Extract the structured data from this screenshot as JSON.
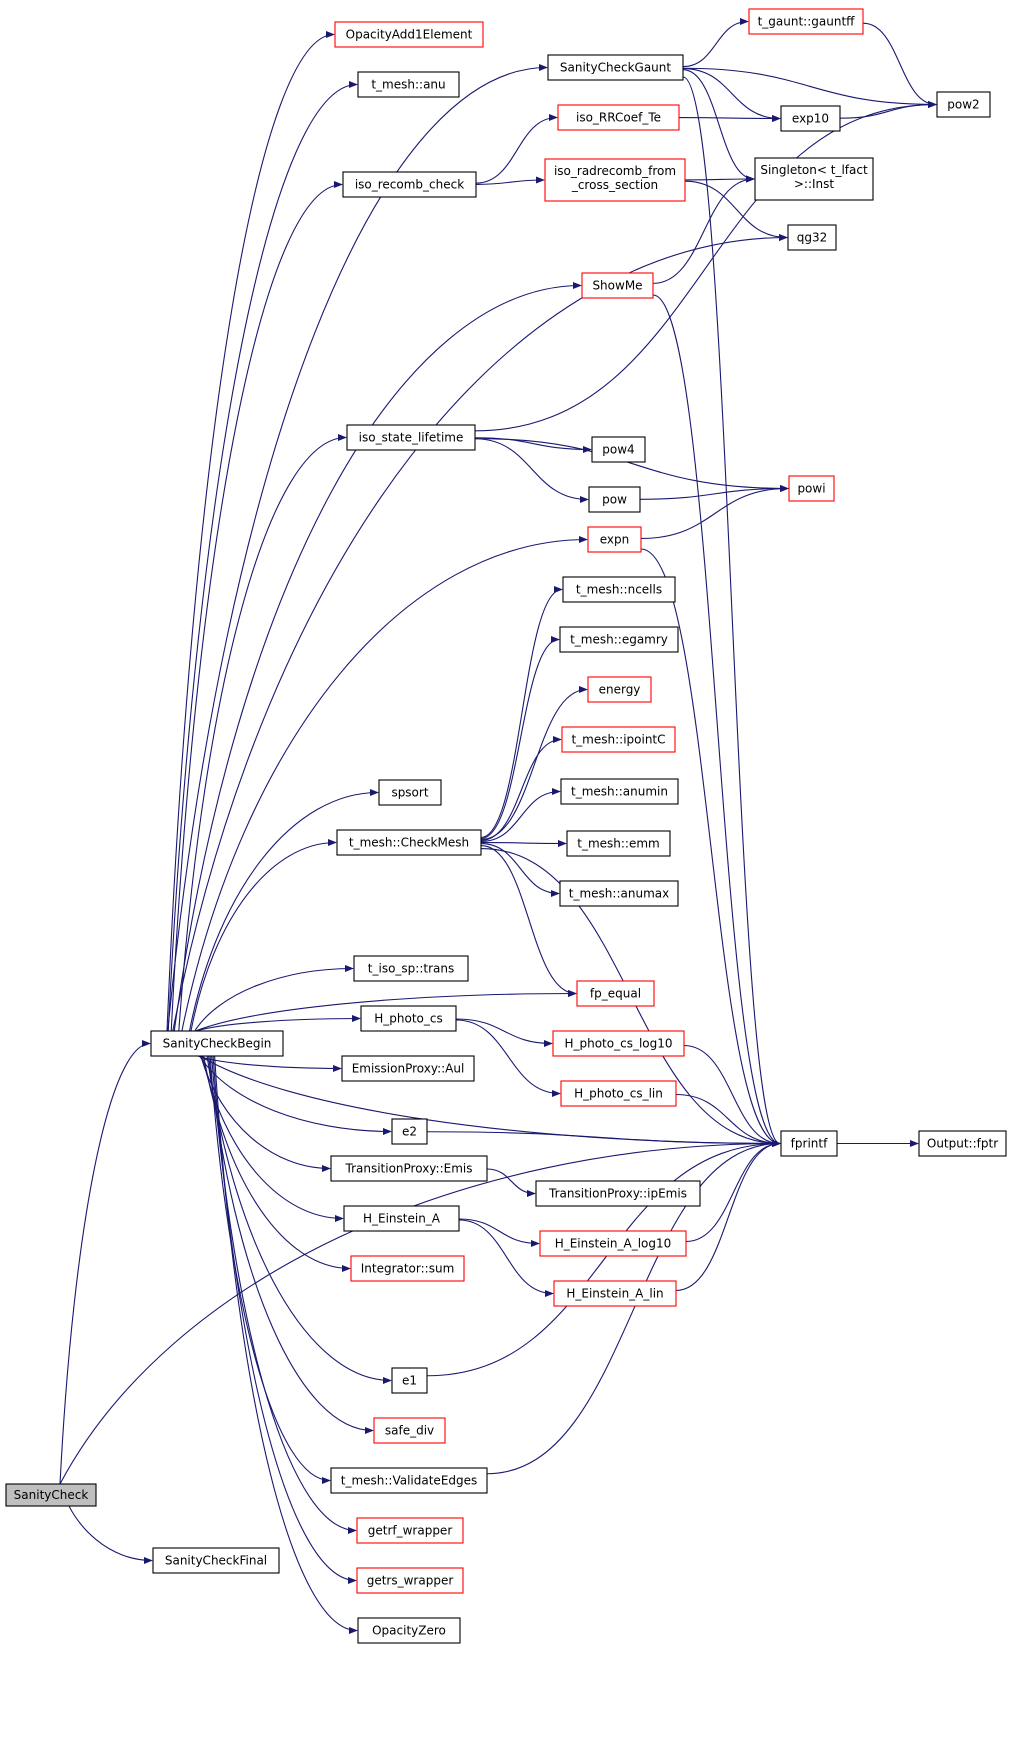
{
  "colors": {
    "edge": "#191970",
    "border_normal": "#000000",
    "border_incomplete": "#ff0000",
    "fill_normal": "#ffffff",
    "fill_root": "#bfbfbf"
  },
  "nodes": [
    {
      "id": "SanityCheck",
      "label": "SanityCheck",
      "style": "root"
    },
    {
      "id": "SanityCheckFinal",
      "label": "SanityCheckFinal",
      "style": "normal"
    },
    {
      "id": "SanityCheckBegin",
      "label": "SanityCheckBegin",
      "style": "normal"
    },
    {
      "id": "OpacityAdd1Element",
      "label": "OpacityAdd1Element",
      "style": "incomplete"
    },
    {
      "id": "t_mesh_anu",
      "label": "t_mesh::anu",
      "style": "normal"
    },
    {
      "id": "SanityCheckGaunt",
      "label": "SanityCheckGaunt",
      "style": "normal"
    },
    {
      "id": "t_gaunt_gauntff",
      "label": "t_gaunt::gauntff",
      "style": "incomplete"
    },
    {
      "id": "pow2",
      "label": "pow2",
      "style": "normal"
    },
    {
      "id": "exp10",
      "label": "exp10",
      "style": "normal"
    },
    {
      "id": "iso_RRCoef_Te",
      "label": "iso_RRCoef_Te",
      "style": "incomplete"
    },
    {
      "id": "Singleton",
      "label": "Singleton< t_lfact >::Inst",
      "lines": [
        "Singleton< t_lfact",
        ">::Inst"
      ],
      "style": "normal"
    },
    {
      "id": "iso_recomb_check",
      "label": "iso_recomb_check",
      "style": "normal"
    },
    {
      "id": "iso_radrecomb",
      "label": "iso_radrecomb_from _cross_section",
      "lines": [
        "iso_radrecomb_from",
        "_cross_section"
      ],
      "style": "incomplete"
    },
    {
      "id": "qg32",
      "label": "qg32",
      "style": "normal"
    },
    {
      "id": "ShowMe",
      "label": "ShowMe",
      "style": "incomplete"
    },
    {
      "id": "iso_state_lifetime",
      "label": "iso_state_lifetime",
      "style": "normal"
    },
    {
      "id": "pow4",
      "label": "pow4",
      "style": "normal"
    },
    {
      "id": "pow",
      "label": "pow",
      "style": "normal"
    },
    {
      "id": "powi",
      "label": "powi",
      "style": "incomplete"
    },
    {
      "id": "expn",
      "label": "expn",
      "style": "incomplete"
    },
    {
      "id": "t_mesh_ncells",
      "label": "t_mesh::ncells",
      "style": "normal"
    },
    {
      "id": "t_mesh_egamry",
      "label": "t_mesh::egamry",
      "style": "normal"
    },
    {
      "id": "energy",
      "label": "energy",
      "style": "incomplete"
    },
    {
      "id": "t_mesh_ipointC",
      "label": "t_mesh::ipointC",
      "style": "incomplete"
    },
    {
      "id": "spsort",
      "label": "spsort",
      "style": "normal"
    },
    {
      "id": "t_mesh_anumin",
      "label": "t_mesh::anumin",
      "style": "normal"
    },
    {
      "id": "t_mesh_CheckMesh",
      "label": "t_mesh::CheckMesh",
      "style": "normal"
    },
    {
      "id": "t_mesh_emm",
      "label": "t_mesh::emm",
      "style": "normal"
    },
    {
      "id": "t_mesh_anumax",
      "label": "t_mesh::anumax",
      "style": "normal"
    },
    {
      "id": "t_iso_sp_trans",
      "label": "t_iso_sp::trans",
      "style": "normal"
    },
    {
      "id": "fp_equal",
      "label": "fp_equal",
      "style": "incomplete"
    },
    {
      "id": "H_photo_cs",
      "label": "H_photo_cs",
      "style": "normal"
    },
    {
      "id": "H_photo_cs_log10",
      "label": "H_photo_cs_log10",
      "style": "incomplete"
    },
    {
      "id": "EmissionProxy_Aul",
      "label": "EmissionProxy::Aul",
      "style": "normal"
    },
    {
      "id": "H_photo_cs_lin",
      "label": "H_photo_cs_lin",
      "style": "incomplete"
    },
    {
      "id": "e2",
      "label": "e2",
      "style": "normal"
    },
    {
      "id": "fprintf",
      "label": "fprintf",
      "style": "normal"
    },
    {
      "id": "Output_fptr",
      "label": "Output::fptr",
      "style": "normal"
    },
    {
      "id": "TransitionProxy_Emis",
      "label": "TransitionProxy::Emis",
      "style": "normal"
    },
    {
      "id": "TransitionProxy_ipEmis",
      "label": "TransitionProxy::ipEmis",
      "style": "normal"
    },
    {
      "id": "H_Einstein_A",
      "label": "H_Einstein_A",
      "style": "normal"
    },
    {
      "id": "H_Einstein_A_log10",
      "label": "H_Einstein_A_log10",
      "style": "incomplete"
    },
    {
      "id": "Integrator_sum",
      "label": "Integrator::sum",
      "style": "incomplete"
    },
    {
      "id": "H_Einstein_A_lin",
      "label": "H_Einstein_A_lin",
      "style": "incomplete"
    },
    {
      "id": "e1",
      "label": "e1",
      "style": "normal"
    },
    {
      "id": "safe_div",
      "label": "safe_div",
      "style": "incomplete"
    },
    {
      "id": "t_mesh_ValidateEdges",
      "label": "t_mesh::ValidateEdges",
      "style": "normal"
    },
    {
      "id": "getrf_wrapper",
      "label": "getrf_wrapper",
      "style": "incomplete"
    },
    {
      "id": "getrs_wrapper",
      "label": "getrs_wrapper",
      "style": "incomplete"
    },
    {
      "id": "OpacityZero",
      "label": "OpacityZero",
      "style": "normal"
    }
  ],
  "edges": [
    [
      "SanityCheck",
      "SanityCheckBegin"
    ],
    [
      "SanityCheck",
      "fprintf"
    ],
    [
      "SanityCheck",
      "SanityCheckFinal"
    ],
    [
      "SanityCheckBegin",
      "OpacityAdd1Element"
    ],
    [
      "SanityCheckBegin",
      "t_mesh_anu"
    ],
    [
      "SanityCheckBegin",
      "SanityCheckGaunt"
    ],
    [
      "SanityCheckBegin",
      "iso_recomb_check"
    ],
    [
      "SanityCheckBegin",
      "qg32"
    ],
    [
      "SanityCheckBegin",
      "ShowMe"
    ],
    [
      "SanityCheckBegin",
      "iso_state_lifetime"
    ],
    [
      "SanityCheckBegin",
      "expn"
    ],
    [
      "SanityCheckBegin",
      "spsort"
    ],
    [
      "SanityCheckBegin",
      "t_mesh_CheckMesh"
    ],
    [
      "SanityCheckBegin",
      "fp_equal"
    ],
    [
      "SanityCheckBegin",
      "t_iso_sp_trans"
    ],
    [
      "SanityCheckBegin",
      "H_photo_cs"
    ],
    [
      "SanityCheckBegin",
      "EmissionProxy_Aul"
    ],
    [
      "SanityCheckBegin",
      "e2"
    ],
    [
      "SanityCheckBegin",
      "TransitionProxy_Emis"
    ],
    [
      "SanityCheckBegin",
      "H_Einstein_A"
    ],
    [
      "SanityCheckBegin",
      "Integrator_sum"
    ],
    [
      "SanityCheckBegin",
      "fprintf"
    ],
    [
      "SanityCheckBegin",
      "e1"
    ],
    [
      "SanityCheckBegin",
      "safe_div"
    ],
    [
      "SanityCheckBegin",
      "t_mesh_ValidateEdges"
    ],
    [
      "SanityCheckBegin",
      "getrf_wrapper"
    ],
    [
      "SanityCheckBegin",
      "getrs_wrapper"
    ],
    [
      "SanityCheckBegin",
      "OpacityZero"
    ],
    [
      "SanityCheckGaunt",
      "t_gaunt_gauntff"
    ],
    [
      "SanityCheckGaunt",
      "pow2"
    ],
    [
      "SanityCheckGaunt",
      "exp10"
    ],
    [
      "SanityCheckGaunt",
      "Singleton"
    ],
    [
      "SanityCheckGaunt",
      "fprintf"
    ],
    [
      "t_gaunt_gauntff",
      "pow2"
    ],
    [
      "exp10",
      "pow2"
    ],
    [
      "iso_recomb_check",
      "iso_RRCoef_Te"
    ],
    [
      "iso_recomb_check",
      "iso_radrecomb"
    ],
    [
      "iso_RRCoef_Te",
      "exp10"
    ],
    [
      "iso_radrecomb",
      "Singleton"
    ],
    [
      "iso_radrecomb",
      "qg32"
    ],
    [
      "ShowMe",
      "Singleton"
    ],
    [
      "ShowMe",
      "fprintf"
    ],
    [
      "iso_state_lifetime",
      "pow2"
    ],
    [
      "iso_state_lifetime",
      "powi"
    ],
    [
      "iso_state_lifetime",
      "pow4"
    ],
    [
      "iso_state_lifetime",
      "pow"
    ],
    [
      "pow",
      "powi"
    ],
    [
      "expn",
      "powi"
    ],
    [
      "expn",
      "fprintf"
    ],
    [
      "t_mesh_CheckMesh",
      "t_mesh_ncells"
    ],
    [
      "t_mesh_CheckMesh",
      "t_mesh_egamry"
    ],
    [
      "t_mesh_CheckMesh",
      "energy"
    ],
    [
      "t_mesh_CheckMesh",
      "t_mesh_ipointC"
    ],
    [
      "t_mesh_CheckMesh",
      "t_mesh_anumin"
    ],
    [
      "t_mesh_CheckMesh",
      "t_mesh_emm"
    ],
    [
      "t_mesh_CheckMesh",
      "t_mesh_anumax"
    ],
    [
      "t_mesh_CheckMesh",
      "fprintf"
    ],
    [
      "t_mesh_CheckMesh",
      "fp_equal"
    ],
    [
      "H_photo_cs",
      "H_photo_cs_log10"
    ],
    [
      "H_photo_cs",
      "H_photo_cs_lin"
    ],
    [
      "H_photo_cs_log10",
      "fprintf"
    ],
    [
      "H_photo_cs_lin",
      "fprintf"
    ],
    [
      "e2",
      "fprintf"
    ],
    [
      "fprintf",
      "Output_fptr"
    ],
    [
      "TransitionProxy_Emis",
      "TransitionProxy_ipEmis"
    ],
    [
      "H_Einstein_A",
      "H_Einstein_A_log10"
    ],
    [
      "H_Einstein_A",
      "H_Einstein_A_lin"
    ],
    [
      "H_Einstein_A_log10",
      "fprintf"
    ],
    [
      "H_Einstein_A_lin",
      "fprintf"
    ],
    [
      "e1",
      "fprintf"
    ],
    [
      "t_mesh_ValidateEdges",
      "fprintf"
    ]
  ]
}
